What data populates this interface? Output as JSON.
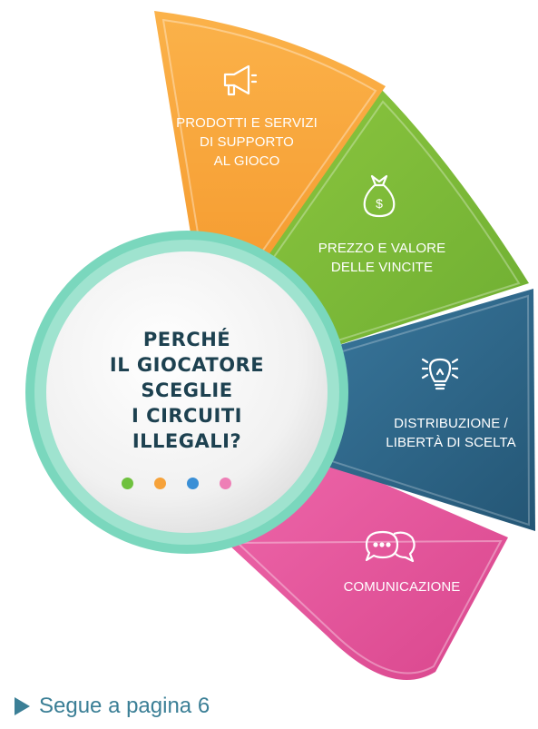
{
  "hub": {
    "lines": [
      "PERCHÉ",
      "IL GIOCATORE",
      "SCEGLIE",
      "I CIRCUITI",
      "ILLEGALI?"
    ],
    "text_color": "#1d4150",
    "dots": [
      {
        "name": "green-dot",
        "color": "#6fc13e"
      },
      {
        "name": "orange-dot",
        "color": "#f6a23a"
      },
      {
        "name": "blue-dot",
        "color": "#3a8fd6"
      },
      {
        "name": "pink-dot",
        "color": "#ee7fb6"
      }
    ]
  },
  "segments": [
    {
      "key": "prodotti",
      "icon": "megaphone-icon",
      "color": "#f7a43a",
      "lines": [
        "PRODOTTI E SERVIZI",
        "DI SUPPORTO",
        "AL GIOCO"
      ]
    },
    {
      "key": "prezzo",
      "icon": "money-bag-icon",
      "color": "#7dbb3b",
      "lines": [
        "PREZZO E VALORE",
        "DELLE VINCITE"
      ]
    },
    {
      "key": "distribuzione",
      "icon": "lightbulb-icon",
      "color": "#2e6688",
      "lines": [
        "DISTRIBUZIONE /",
        "LIBERTÀ DI SCELTA"
      ]
    },
    {
      "key": "comunicazione",
      "icon": "speech-bubbles-icon",
      "color": "#e6589e",
      "lines": [
        "COMUNICAZIONE"
      ]
    }
  ],
  "footer": {
    "text": "Segue a pagina 6"
  }
}
